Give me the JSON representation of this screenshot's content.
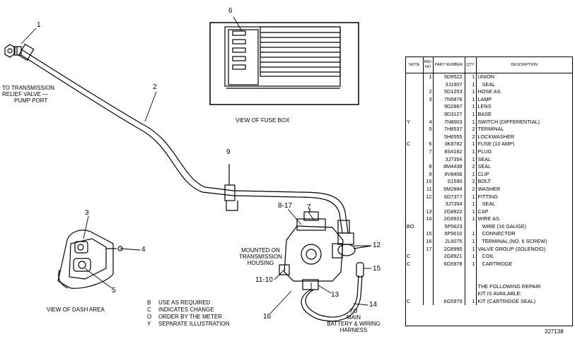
{
  "callouts": {
    "n1": "1",
    "n2": "2",
    "n3": "3",
    "n4": "4",
    "n5": "5",
    "n6": "6",
    "n7": "7",
    "n8_17": "8-17",
    "n9": "9",
    "n11_10": "11-10",
    "n12": "12",
    "n13": "13",
    "n14": "14",
    "n15": "15",
    "n16": "16"
  },
  "labels": {
    "transmission": [
      "TO TRANSMISSION",
      "RELIEF VALVE —",
      "PUMP PORT"
    ],
    "fuse_box": "VIEW OF FUSE BOX",
    "dash_area": "VIEW OF DASH AREA",
    "mounted": [
      "MOUNTED ON",
      "TRANSMISSION",
      "HOUSING"
    ],
    "to_main": [
      "TO",
      "MAIN",
      "BATTERY & WIRING",
      "HARNESS"
    ]
  },
  "legend": [
    {
      "code": "B",
      "text": "USE AS REQUIRED"
    },
    {
      "code": "C",
      "text": "INDICATES CHANGE"
    },
    {
      "code": "O",
      "text": "ORDER BY THE METER"
    },
    {
      "code": "Y",
      "text": "SEPARATE ILLUSTRATION"
    }
  ],
  "parts_table": {
    "headers": {
      "note": "NOTE",
      "ref": "REF NO",
      "part": "PART NUMBER",
      "qty": "QTY",
      "desc": "DESCRIPTION"
    },
    "rows": [
      {
        "note": "",
        "ref": "1",
        "part": "5D9522",
        "qty": "1",
        "desc": "UNION"
      },
      {
        "note": "",
        "ref": "",
        "part": "3J1907",
        "qty": "1",
        "desc": "   SEAL"
      },
      {
        "note": "",
        "ref": "2",
        "part": "5D1253",
        "qty": "1",
        "desc": "HOSE AS."
      },
      {
        "note": "",
        "ref": "3",
        "part": "7N5876",
        "qty": "1",
        "desc": "LAMP"
      },
      {
        "note": "",
        "ref": "",
        "part": "9D2887",
        "qty": "1",
        "desc": "LENS"
      },
      {
        "note": "",
        "ref": "",
        "part": "9D3127",
        "qty": "1",
        "desc": "BASE"
      },
      {
        "note": "Y",
        "ref": "4",
        "part": "7N8003",
        "qty": "1",
        "desc": "SWITCH (DIFFERENTIAL)"
      },
      {
        "note": "",
        "ref": "5",
        "part": "7H8537",
        "qty": "2",
        "desc": "TERMINAL"
      },
      {
        "note": "",
        "ref": "",
        "part": "5H6555",
        "qty": "2",
        "desc": "LOCKWASHER"
      },
      {
        "note": "C",
        "ref": "6",
        "part": "3K8782",
        "qty": "1",
        "desc": "FUSE (10 AMP)"
      },
      {
        "note": "",
        "ref": "7",
        "part": "8S4182",
        "qty": "1",
        "desc": "PLUG"
      },
      {
        "note": "",
        "ref": "",
        "part": "3J7354",
        "qty": "1",
        "desc": "SEAL"
      },
      {
        "note": "",
        "ref": "8",
        "part": "8M4438",
        "qty": "2",
        "desc": "SEAL"
      },
      {
        "note": "",
        "ref": "9",
        "part": "9V8406",
        "qty": "1",
        "desc": "CLIP"
      },
      {
        "note": "",
        "ref": "10",
        "part": "S1590",
        "qty": "2",
        "desc": "BOLT"
      },
      {
        "note": "",
        "ref": "11",
        "part": "5M2894",
        "qty": "2",
        "desc": "WASHER"
      },
      {
        "note": "",
        "ref": "12",
        "part": "6D7377",
        "qty": "1",
        "desc": "FITTING"
      },
      {
        "note": "",
        "ref": "",
        "part": "3J7354",
        "qty": "1",
        "desc": "   SEAL"
      },
      {
        "note": "",
        "ref": "13",
        "part": "2G8922",
        "qty": "1",
        "desc": "CAP"
      },
      {
        "note": "",
        "ref": "14",
        "part": "2G8931",
        "qty": "1",
        "desc": "WIRE AS."
      },
      {
        "note": "BO",
        "ref": "",
        "part": "5P5623",
        "qty": "",
        "desc": "   WIRE (16 GAUGE)"
      },
      {
        "note": "",
        "ref": "15",
        "part": "5P5610",
        "qty": "1",
        "desc": "   CONNECTOR"
      },
      {
        "note": "",
        "ref": "16",
        "part": "2L6075",
        "qty": "1",
        "desc": "   TERMINAL (NO. 6 SCREW)"
      },
      {
        "note": "",
        "ref": "17",
        "part": "2G8990",
        "qty": "1",
        "desc": "VALVE GROUP (SOLENOID)"
      },
      {
        "note": "C",
        "ref": "",
        "part": "2G8921",
        "qty": "1",
        "desc": "   COIL"
      },
      {
        "note": "C",
        "ref": "",
        "part": "6G5978",
        "qty": "1",
        "desc": "   CARTRIDGE"
      },
      {
        "note": "",
        "ref": "",
        "part": "",
        "qty": "",
        "desc": ""
      },
      {
        "note": "",
        "ref": "",
        "part": "",
        "qty": "",
        "desc": ""
      },
      {
        "note": "",
        "ref": "",
        "part": "",
        "qty": "",
        "desc": "THE FOLLOWING REPAIR"
      },
      {
        "note": "",
        "ref": "",
        "part": "",
        "qty": "",
        "desc": "KIT IS AVAILABLE:"
      },
      {
        "note": "C",
        "ref": "",
        "part": "6G5979",
        "qty": "1",
        "desc": "KIT (CARTRIDGE SEAL)"
      }
    ]
  },
  "figure_number": "327138"
}
